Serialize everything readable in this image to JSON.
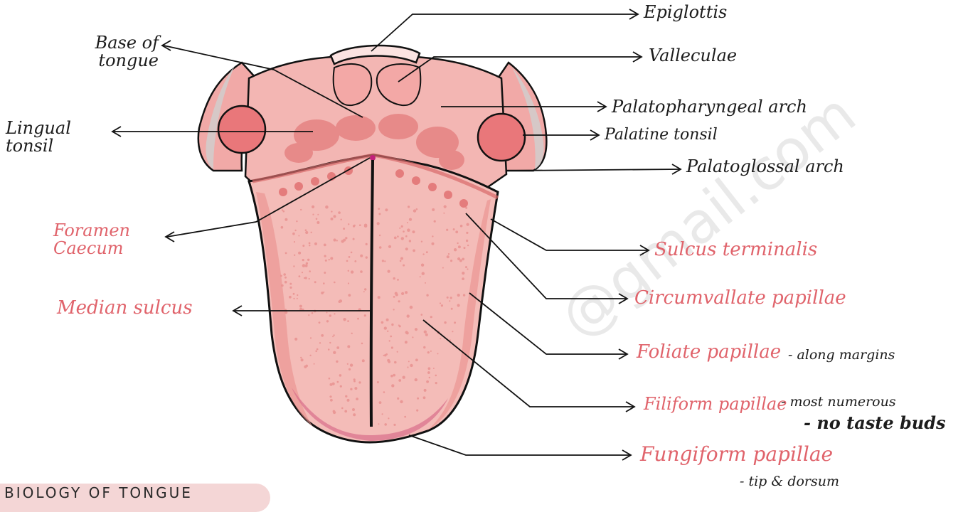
{
  "labels": {
    "epiglottis": "Epiglottis",
    "valleculae": "Valleculae",
    "palatopharyngeal_arch": "Palatopharyngeal arch",
    "palatine_tonsil": "Palatine tonsil",
    "palatoglossal_arch": "Palatoglossal arch",
    "base_of_tongue": "Base of tongue",
    "lingual_tonsil": "Lingual tonsil",
    "foramen_caecum": "Foramen Caecum",
    "median_sulcus": "Median sulcus",
    "sulcus_terminalis": "Sulcus terminalis",
    "circumvallate_papillae": "Circumvallate papillae",
    "foliate_papillae": "Foliate papillae",
    "filiform_papillae": "Filiform papillae",
    "fungiform_papillae": "Fungiform papillae"
  },
  "notes": {
    "foliate": "- along margins",
    "filiform_1": "- most numerous",
    "filiform_2": "- no taste buds",
    "fungiform": "- tip & dorsum"
  },
  "title": "BIOLOGY OF TONGUE",
  "watermark": "@gmail.com",
  "colors": {
    "tongue_fill": "#f2b3b1",
    "tongue_dark": "#e47c7c",
    "outline": "#111111",
    "label_red": "#e0636b",
    "dot": "#e8908e"
  }
}
